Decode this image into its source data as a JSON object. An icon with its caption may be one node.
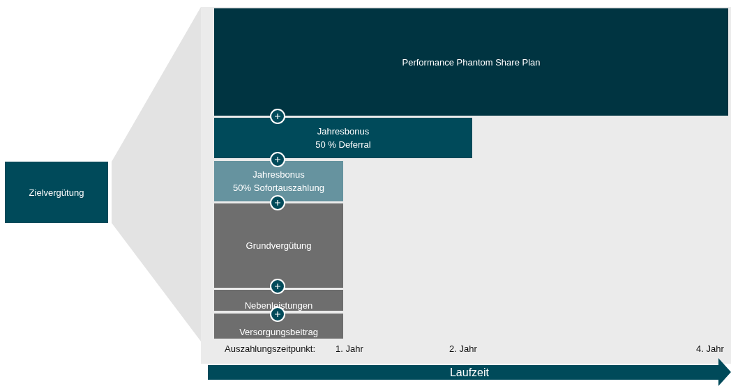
{
  "diagram": {
    "nodes": [
      {
        "text": [
          "Zielvergütung"
        ]
      },
      {
        "text": [
          "Performance Phantom Share Plan"
        ]
      },
      {
        "text": [
          "Jahresbonus",
          "50 % Deferral"
        ]
      },
      {
        "text": [
          "Jahresbonus",
          "50% Sofortauszahlung"
        ]
      },
      {
        "text": [
          "Grundvergütung"
        ]
      },
      {
        "text": [
          "Nebenleistungen"
        ]
      },
      {
        "text": [
          "Versorgungsbeitrag"
        ]
      },
      {
        "text": [
          "Laufzeit"
        ]
      }
    ],
    "labels": [
      "Auszahlungszeitpunkt:",
      "1. Jahr",
      "2. Jahr",
      "4. Jahr"
    ]
  }
}
